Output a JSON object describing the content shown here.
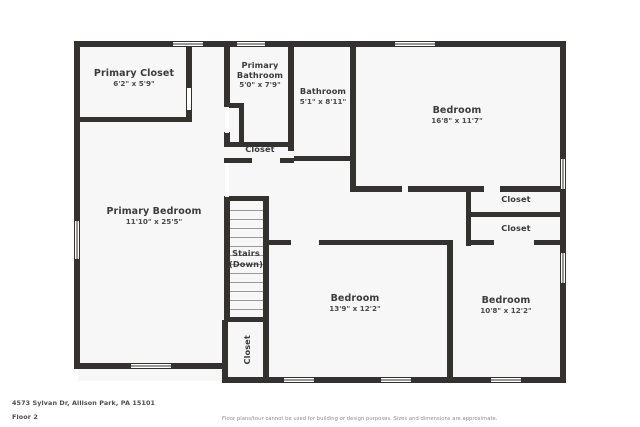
{
  "document": {
    "type": "floor-plan",
    "address": "4573 Sylvan Dr, Allison Park, PA 15101",
    "floor_label": "Floor 2",
    "disclaimer": "Floor plans/tour cannot be used for building or design purposes. Sizes and dimensions are approximate."
  },
  "colors": {
    "wall": "#33322f",
    "floor_fill": "#f7f7f7",
    "page_background": "#ffffff",
    "label_text": "#3b3b3b",
    "dimension_text": "#4a4a4a",
    "footer_text": "#4d4d4d",
    "disclaimer_text": "#8d8d8d",
    "stair_tread": "#9a9a96"
  },
  "rooms": [
    {
      "id": "primary-closet",
      "name": "Primary Closet",
      "dimensions": "6'2\" x 5'9\""
    },
    {
      "id": "primary-bathroom",
      "name": "Primary Bathroom",
      "dimensions": "5'0\" x 7'9\""
    },
    {
      "id": "bathroom",
      "name": "Bathroom",
      "dimensions": "5'1\" x 8'11\""
    },
    {
      "id": "bedroom-top-right",
      "name": "Bedroom",
      "dimensions": "16'8\" x 11'7\""
    },
    {
      "id": "primary-bedroom",
      "name": "Primary Bedroom",
      "dimensions": "11'10\" x 25'5\""
    },
    {
      "id": "bedroom-center",
      "name": "Bedroom",
      "dimensions": "13'9\" x 12'2\""
    },
    {
      "id": "bedroom-right",
      "name": "Bedroom",
      "dimensions": "10'8\" x 12'2\""
    }
  ],
  "closets": [
    {
      "id": "closet-hall",
      "name": "Closet"
    },
    {
      "id": "closet-right-upper",
      "name": "Closet"
    },
    {
      "id": "closet-right-lower",
      "name": "Closet"
    },
    {
      "id": "closet-stairs-lower",
      "name": "Closet"
    }
  ],
  "stairs": {
    "id": "stairs-down",
    "line1": "Stairs",
    "line2": "(Down)",
    "tread_count": 13
  }
}
